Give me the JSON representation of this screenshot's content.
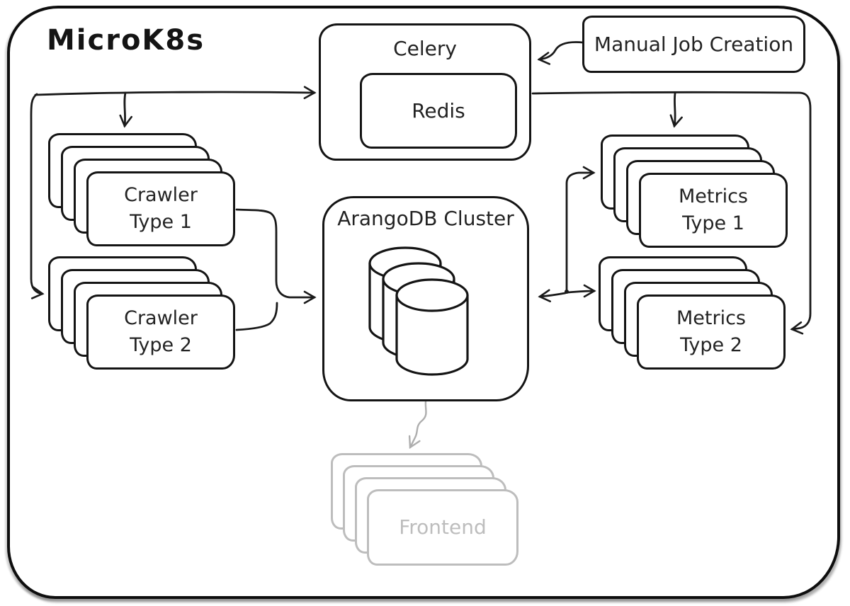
{
  "title": "MicroK8s",
  "colors": {
    "ink": "#1a1a1a",
    "muted_gray": "#bdbdbd"
  },
  "icons": {
    "database": "database-cylinders-icon"
  },
  "nodes": {
    "celery": {
      "label": "Celery"
    },
    "redis": {
      "label": "Redis"
    },
    "manual_job_creation": {
      "label": "Manual Job Creation"
    },
    "arangodb_cluster": {
      "label": "ArangoDB Cluster"
    },
    "crawler_type_1": {
      "line1": "Crawler",
      "line2": "Type 1"
    },
    "crawler_type_2": {
      "line1": "Crawler",
      "line2": "Type 2"
    },
    "metrics_type_1": {
      "line1": "Metrics",
      "line2": "Type 1"
    },
    "metrics_type_2": {
      "line1": "Metrics",
      "line2": "Type 2"
    },
    "frontend": {
      "label": "Frontend"
    }
  }
}
